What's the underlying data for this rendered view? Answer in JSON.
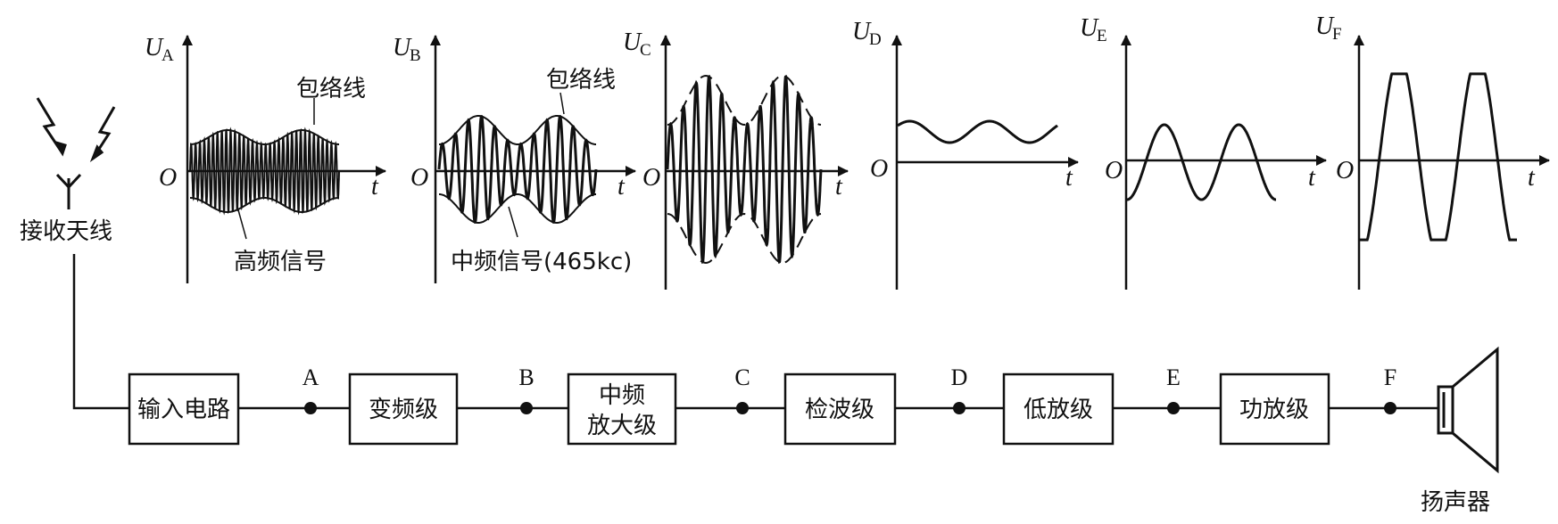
{
  "antenna": {
    "label": "接收天线"
  },
  "blocks": [
    {
      "id": "input",
      "line1": "输入电路",
      "line2": ""
    },
    {
      "id": "mixer",
      "line1": "变频级",
      "line2": ""
    },
    {
      "id": "if-amp",
      "line1": "中频",
      "line2": "放大级"
    },
    {
      "id": "detector",
      "line1": "检波级",
      "line2": ""
    },
    {
      "id": "low-amp",
      "line1": "低放级",
      "line2": ""
    },
    {
      "id": "power-amp",
      "line1": "功放级",
      "line2": ""
    }
  ],
  "nodes": [
    "A",
    "B",
    "C",
    "D",
    "E",
    "F"
  ],
  "speaker": {
    "label": "扬声器"
  },
  "waveforms": [
    {
      "id": "A",
      "y_symbol": "U",
      "y_sub": "A",
      "origin": "O",
      "x_symbol": "t",
      "signal_label": "高频信号",
      "envelope_label": "包络线",
      "kind": "am-high-frequency"
    },
    {
      "id": "B",
      "y_symbol": "U",
      "y_sub": "B",
      "origin": "O",
      "x_symbol": "t",
      "signal_label": "中频信号(465kc)",
      "envelope_label": "包络线",
      "kind": "am-intermediate-frequency"
    },
    {
      "id": "C",
      "y_symbol": "U",
      "y_sub": "C",
      "origin": "O",
      "x_symbol": "t",
      "signal_label": "",
      "envelope_label": "",
      "kind": "am-amplified"
    },
    {
      "id": "D",
      "y_symbol": "U",
      "y_sub": "D",
      "origin": "O",
      "x_symbol": "t",
      "signal_label": "",
      "envelope_label": "",
      "kind": "detected-audio"
    },
    {
      "id": "E",
      "y_symbol": "U",
      "y_sub": "E",
      "origin": "O",
      "x_symbol": "t",
      "signal_label": "",
      "envelope_label": "",
      "kind": "low-frequency-amplified"
    },
    {
      "id": "F",
      "y_symbol": "U",
      "y_sub": "F",
      "origin": "O",
      "x_symbol": "t",
      "signal_label": "",
      "envelope_label": "",
      "kind": "power-amplified"
    }
  ]
}
